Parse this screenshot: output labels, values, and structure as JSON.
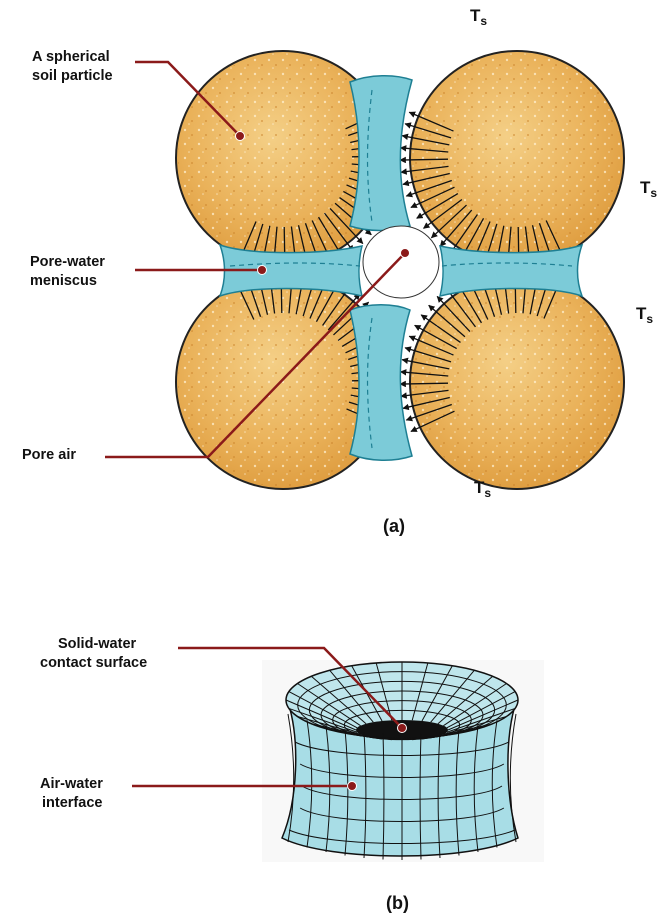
{
  "part_a": {
    "caption": "(a)",
    "labels": {
      "particle_line1": "A spherical",
      "particle_line2": "soil particle",
      "meniscus_line1": "Pore-water",
      "meniscus_line2": "meniscus",
      "pore_air": "Pore air"
    },
    "tension_symbol": "T",
    "tension_subscript": "s"
  },
  "part_b": {
    "caption": "(b)",
    "labels": {
      "contact_line1": "Solid-water",
      "contact_line2": "contact surface",
      "interface_line1": "Air-water",
      "interface_line2": "interface"
    }
  },
  "colors": {
    "particle": "#e9a84a",
    "water": "#7ccbd8",
    "leader": "#8b1a1a",
    "outline": "#222222"
  }
}
